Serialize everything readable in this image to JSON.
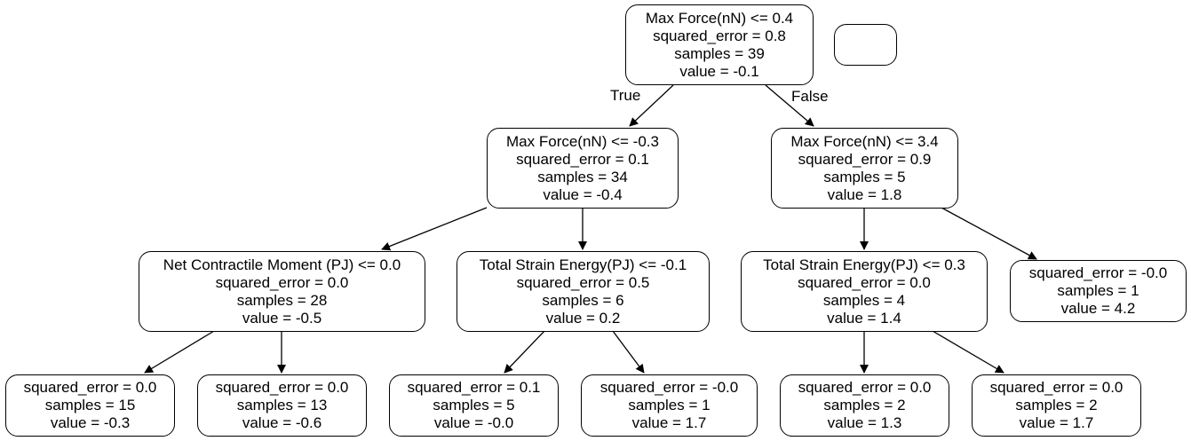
{
  "tree": {
    "root": {
      "condition": "Max Force(nN) <= 0.4",
      "squared_error": "squared_error = 0.8",
      "samples": "samples = 39",
      "value": "value = -0.1"
    },
    "true_label": "True",
    "false_label": "False",
    "n_left": {
      "condition": "Max Force(nN) <= -0.3",
      "squared_error": "squared_error = 0.1",
      "samples": "samples = 34",
      "value": "value = -0.4"
    },
    "n_right": {
      "condition": "Max Force(nN) <= 3.4",
      "squared_error": "squared_error = 0.9",
      "samples": "samples = 5",
      "value": "value = 1.8"
    },
    "n_ll": {
      "condition": "Net Contractile Moment (PJ) <= 0.0",
      "squared_error": "squared_error = 0.0",
      "samples": "samples = 28",
      "value": "value = -0.5"
    },
    "n_lr": {
      "condition": "Total Strain Energy(PJ) <= -0.1",
      "squared_error": "squared_error = 0.5",
      "samples": "samples = 6",
      "value": "value = 0.2"
    },
    "n_rl": {
      "condition": "Total Strain Energy(PJ) <= 0.3",
      "squared_error": "squared_error = 0.0",
      "samples": "samples = 4",
      "value": "value = 1.4"
    },
    "leaf_rr": {
      "squared_error": "squared_error = -0.0",
      "samples": "samples = 1",
      "value": "value = 4.2"
    },
    "leaf_1": {
      "squared_error": "squared_error = 0.0",
      "samples": "samples = 15",
      "value": "value = -0.3"
    },
    "leaf_2": {
      "squared_error": "squared_error = 0.0",
      "samples": "samples = 13",
      "value": "value = -0.6"
    },
    "leaf_3": {
      "squared_error": "squared_error = 0.1",
      "samples": "samples = 5",
      "value": "value = -0.0"
    },
    "leaf_4": {
      "squared_error": "squared_error = -0.0",
      "samples": "samples = 1",
      "value": "value = 1.7"
    },
    "leaf_5": {
      "squared_error": "squared_error = 0.0",
      "samples": "samples = 2",
      "value": "value = 1.3"
    },
    "leaf_6": {
      "squared_error": "squared_error = 0.0",
      "samples": "samples = 2",
      "value": "value = 1.7"
    }
  }
}
